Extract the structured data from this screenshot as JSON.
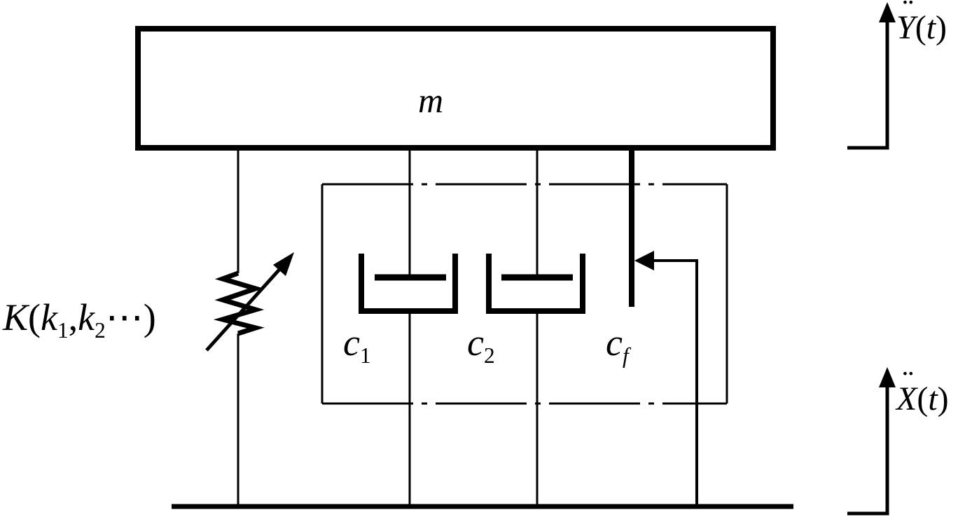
{
  "mass": {
    "symbol": "m"
  },
  "spring": {
    "symbol": "K",
    "args": "k",
    "sub1": "1",
    "sub2": "2",
    "sep": ",",
    "open": "(",
    "close": ")",
    "ellipsis": "⋯"
  },
  "dampers": [
    {
      "symbol": "c",
      "sub": "1"
    },
    {
      "symbol": "c",
      "sub": "2"
    },
    {
      "symbol": "c",
      "sub": "f"
    }
  ],
  "response": {
    "symbol": "Y",
    "open": "(",
    "var": "t",
    "close": ")"
  },
  "excitation": {
    "symbol": "X",
    "open": "(",
    "var": "t",
    "close": ")"
  },
  "colors": {
    "line": "#000000",
    "background": "#ffffff"
  }
}
